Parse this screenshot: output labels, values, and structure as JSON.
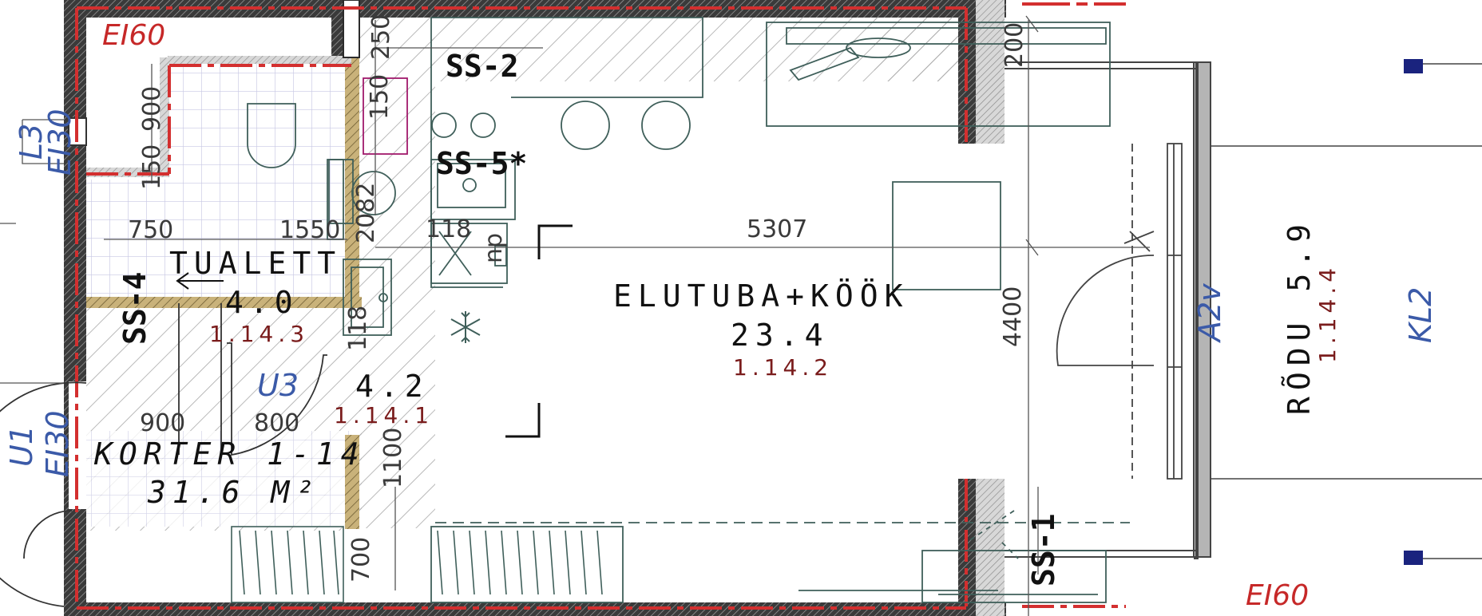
{
  "rooms": {
    "living": {
      "name": "ELUTUBA+KÖÖK",
      "area": "23.4",
      "code": "1.14.2"
    },
    "toilet": {
      "name": "TUALETT",
      "area": "4.0",
      "code": "1.14.3"
    },
    "hall": {
      "area": "4.2",
      "code": "1.14.1"
    },
    "balcony": {
      "name": "RÕDU 5.9",
      "code": "1.14.4"
    },
    "apartment": {
      "name": "KORTER 1-14",
      "area": "31.6 M²"
    }
  },
  "dimensions": {
    "d5307": "5307",
    "d4400": "4400",
    "d750": "750",
    "d1550": "1550",
    "d2082": "2082",
    "d118a": "118",
    "d118b": "118",
    "d150a": "150",
    "d150b": "150",
    "d900a": "900",
    "d900b": "900",
    "d800": "800",
    "d1100": "1100",
    "d700": "700",
    "d200": "200",
    "d250": "250"
  },
  "tags": {
    "ss1": "SS-1",
    "ss2": "SS-2",
    "ss4": "SS-4",
    "ss5": "SS-5*",
    "ei60_top": "EI60",
    "ei60_bottom": "EI60",
    "ei30_left": "EI30",
    "ei30_u1": "EI30",
    "l3": "L3",
    "u1": "U1",
    "u3": "U3",
    "a2v": "A2v",
    "kl2": "KL2",
    "np": "np"
  },
  "colors": {
    "fire_line": "#d32f2f",
    "wall": "#2b2b2b",
    "hatch": "#9a9a9a",
    "fixture": "#3f5f5a",
    "grid": "#c9c9e6"
  }
}
